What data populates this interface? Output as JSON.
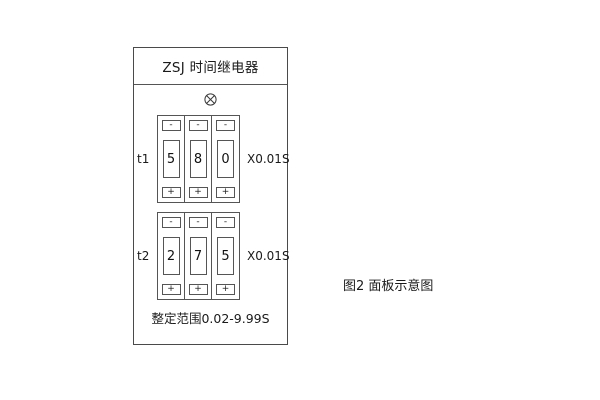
{
  "panel": {
    "title": "ZSJ  时间继电器",
    "indicator": {
      "icon": "circle-x-lamp-icon"
    },
    "settings": [
      {
        "id": "t1",
        "label": "t1",
        "unit": "X0.01S",
        "digits": [
          {
            "value": "5",
            "decrement": "-",
            "increment": "+"
          },
          {
            "value": "8",
            "decrement": "-",
            "increment": "+"
          },
          {
            "value": "0",
            "decrement": "-",
            "increment": "+"
          }
        ]
      },
      {
        "id": "t2",
        "label": "t2",
        "unit": "X0.01S",
        "digits": [
          {
            "value": "2",
            "decrement": "-",
            "increment": "+"
          },
          {
            "value": "7",
            "decrement": "-",
            "increment": "+"
          },
          {
            "value": "5",
            "decrement": "-",
            "increment": "+"
          }
        ]
      }
    ],
    "range_text": "整定范围0.02-9.99S"
  },
  "caption": "图2 面板示意图",
  "colors": {
    "background": "#ffffff",
    "border": "#555555",
    "panel_border": "#4a4a4a",
    "text": "#1a1a1a"
  }
}
